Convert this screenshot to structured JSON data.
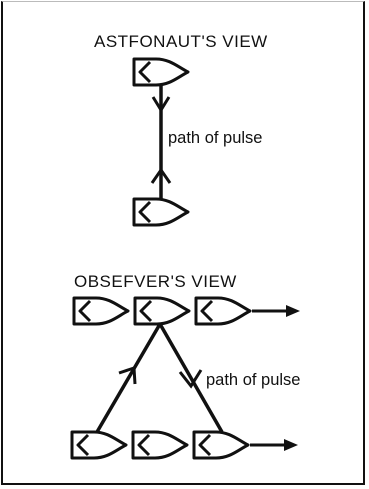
{
  "astronaut_view": {
    "title": "ASTFONAUT'S VIEW",
    "path_label": "path of pulse"
  },
  "observer_view": {
    "title": "OBSEFVER'S VIEW",
    "path_label": "path of pulse"
  }
}
